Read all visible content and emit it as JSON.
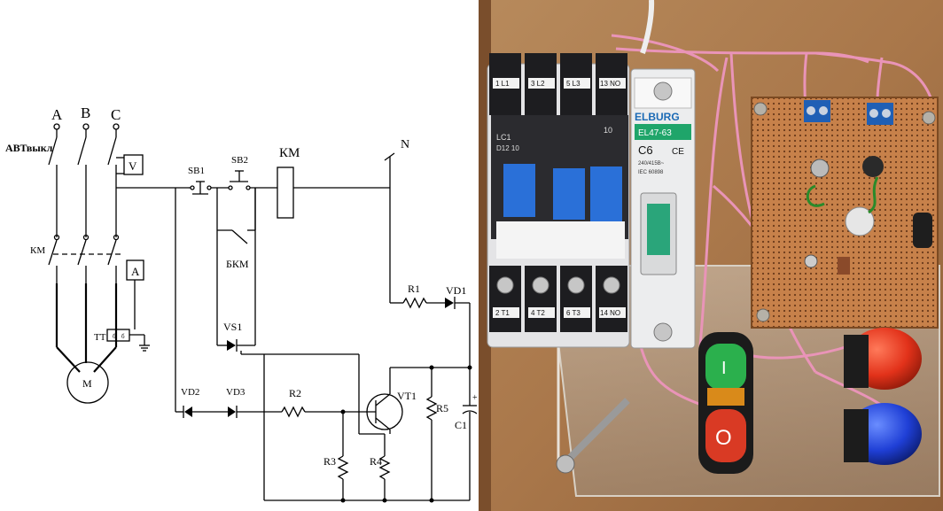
{
  "schematic": {
    "phases": [
      "A",
      "B",
      "C"
    ],
    "labels": {
      "breaker": "АВТвыкл",
      "contactor_main": "КМ",
      "voltmeter": "V",
      "ammeter": "A",
      "current_transformer": "ТТ",
      "motor": "M",
      "sb1": "SB1",
      "sb2": "SB2",
      "coil": "КМ",
      "neutral": "N",
      "bkm": "БКМ",
      "r1": "R1",
      "vd1": "VD1",
      "vs1": "VS1",
      "vd2": "VD2",
      "vd3": "VD3",
      "r2": "R2",
      "vt1": "VT1",
      "r5": "R5",
      "c1": "C1",
      "r3": "R3",
      "r4": "R4"
    }
  },
  "photo": {
    "contactor_top_labels": [
      "1 L1",
      "3 L2",
      "5 L3",
      "13 NO"
    ],
    "contactor_bottom_labels": [
      "2 T1",
      "4 T2",
      "6 T3",
      "14 NO"
    ],
    "contactor_model": [
      "LC1",
      "D12 10"
    ],
    "contactor_aux": "10",
    "breaker_brand": "ELBURG",
    "breaker_model": "EL47-63",
    "breaker_rating": "C6",
    "breaker_small": [
      "240/415В~",
      "IEC 60898"
    ],
    "breaker_ce": "CE",
    "button_start": "I",
    "button_stop": "O"
  }
}
